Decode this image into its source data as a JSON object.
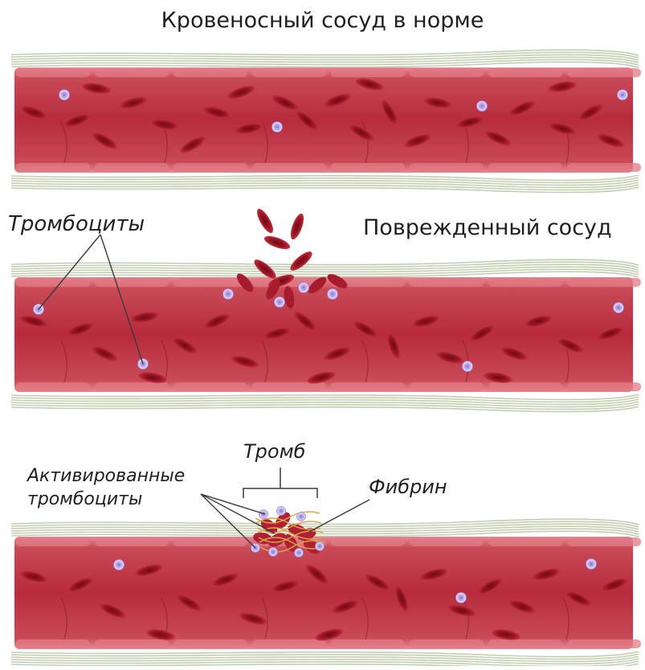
{
  "diagram": {
    "title_normal": "Кровеносный сосуд в норме",
    "title_damaged": "Поврежденный сосуд",
    "label_platelets": "Тромбоциты",
    "label_thrombus": "Тромб",
    "label_fibrin": "Фибрин",
    "label_activated_line1": "Активированные",
    "label_activated_line2": "тромбоциты"
  },
  "colors": {
    "vessel_wall": "#c84a56",
    "vessel_lumen": "#b8283a",
    "vessel_edge": "#e07a84",
    "red_cell": "#9a1424",
    "red_cell_light": "#c8303f",
    "platelet": "#b9a6e6",
    "platelet_core": "#8a73c9",
    "fiber": "#b9c4a2",
    "fibrin": "#d9a64a",
    "pointer_line": "#3a3a3a"
  },
  "icons": {
    "platelet": "platelet-icon",
    "red_blood_cell": "red-blood-cell-icon"
  }
}
